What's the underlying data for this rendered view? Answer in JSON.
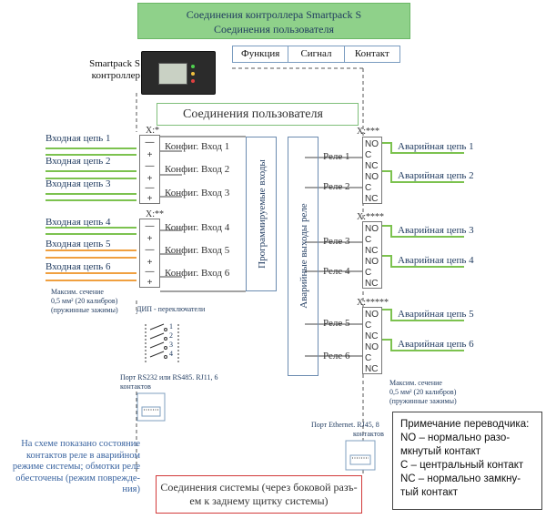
{
  "title": {
    "line1": "Соединения контроллера Smartpack S",
    "line2": "Соединения пользователя"
  },
  "legend": {
    "function": "Функция",
    "signal": "Сигнал",
    "contact": "Контакт"
  },
  "controller": {
    "line1": "Smartpack S",
    "line2": "контроллер"
  },
  "user_connections": "Соединения пользователя",
  "connector_labels": {
    "x1": "X:*",
    "x2": "X:**",
    "x3": "X:***",
    "x4": "X:****",
    "x5": "X:*****"
  },
  "input_circuits": [
    "Входная цепь 1",
    "Входная цепь 2",
    "Входная цепь 3",
    "Входная цепь 4",
    "Входная цепь 5",
    "Входная цепь 6"
  ],
  "config_inputs": [
    "Конфиг. Вход 1",
    "Конфиг. Вход 2",
    "Конфиг. Вход 3",
    "Конфиг. Вход 4",
    "Конфиг. Вход 5",
    "Конфиг. Вход 6"
  ],
  "programmable_inputs": "Программируемые входы",
  "alarm_relay_outputs": "Аварийные выходы реле",
  "relays": [
    "Реле 1",
    "Реле 2",
    "Реле 3",
    "Реле 4",
    "Реле 5",
    "Реле 6"
  ],
  "alarm_circuits": [
    "Аварийная цепь 1",
    "Аварийная цепь 2",
    "Аварийная цепь 3",
    "Аварийная цепь 4",
    "Аварийная цепь 5",
    "Аварийная цепь 6"
  ],
  "terminal_signs": {
    "minus": "—",
    "plus": "+"
  },
  "relay_contacts": [
    "NO",
    "C",
    "NC"
  ],
  "wire_spec_left": {
    "line1": "Максим. сечение",
    "line2": "0,5 мм² (20 калибров)",
    "line3": "(пружинные зажимы)"
  },
  "wire_spec_right": {
    "line1": "Максим. сечение",
    "line2": "0,5 мм² (20 калибров)",
    "line3": "(пружинные зажимы)"
  },
  "dip_label": "ДИП -   переключатели",
  "dip_numbers": [
    "1",
    "2",
    "3",
    "4"
  ],
  "port_rs": {
    "line1": "Порт RS232 или   RS485.  RJ11, 6",
    "line2": "контактов"
  },
  "port_eth": {
    "line1": "Порт Ethernet.  RJ45, 8",
    "line2": "контактов"
  },
  "left_note": [
    "На схеме показано состояние",
    "контактов реле в аварийном",
    "режиме системы; обмотки реле",
    "обесточены (режим поврежде-",
    "ния)"
  ],
  "system_connections": [
    "Соединения системы (через боковой разъ-",
    "ем к заднему щитку системы)"
  ],
  "translator_note": {
    "title": "Примечание переводчика:",
    "lines": [
      "NO – нормально разо-",
      "мкнутый контакт",
      "С – центральный контакт",
      "NC – нормально замкну-",
      "тый контакт"
    ]
  },
  "colors": {
    "green_wire": "#7cc24f",
    "orange_wire": "#f0a040",
    "title_bg": "#8fd18a",
    "frame": "#555555",
    "sys_border": "#d23a3a"
  }
}
